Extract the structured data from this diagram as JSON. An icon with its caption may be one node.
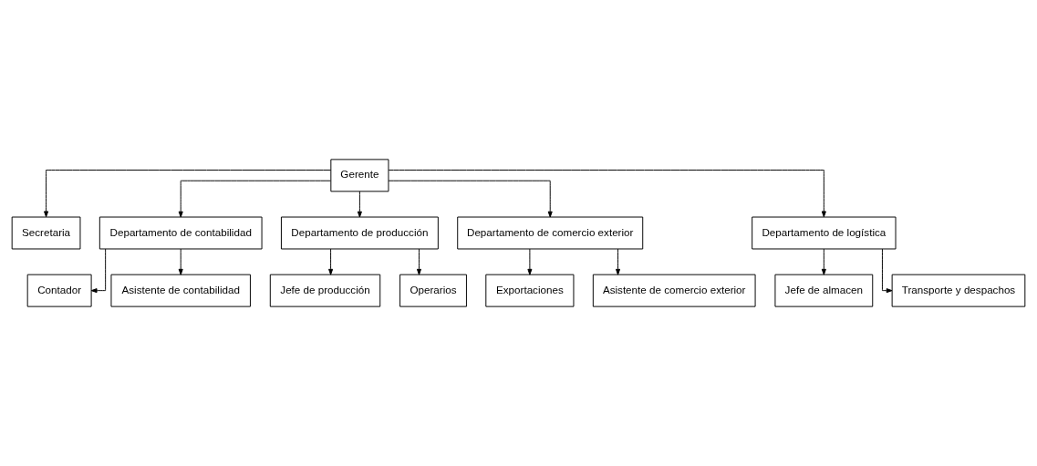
{
  "diagram": {
    "nodes": [
      {
        "text": [
          "Gerente"
        ]
      },
      {
        "text": [
          "Secretaria"
        ]
      },
      {
        "text": [
          "Departamento de contabilidad"
        ]
      },
      {
        "text": [
          "Departamento de producción"
        ]
      },
      {
        "text": [
          "Departamento de comercio exterior"
        ]
      },
      {
        "text": [
          "Departamento de logística"
        ]
      },
      {
        "text": [
          "Contador"
        ]
      },
      {
        "text": [
          "Asistente de contabilidad"
        ]
      },
      {
        "text": [
          "Jefe de producción"
        ]
      },
      {
        "text": [
          "Operarios"
        ]
      },
      {
        "text": [
          "Exportaciones"
        ]
      },
      {
        "text": [
          "Asistente de comercio exterior"
        ]
      },
      {
        "text": [
          "Jefe de almacen"
        ]
      },
      {
        "text": [
          "Transporte y despachos"
        ]
      }
    ],
    "edges": [
      {
        "from": 0,
        "to": 1,
        "arrow": "to"
      },
      {
        "from": 0,
        "to": 2,
        "arrow": "to"
      },
      {
        "from": 0,
        "to": 3,
        "arrow": "to"
      },
      {
        "from": 0,
        "to": 4,
        "arrow": "to"
      },
      {
        "from": 0,
        "to": 5,
        "arrow": "to"
      },
      {
        "from": 2,
        "to": 6,
        "arrow": "to"
      },
      {
        "from": 2,
        "to": 7,
        "arrow": "to"
      },
      {
        "from": 3,
        "to": 8,
        "arrow": "to"
      },
      {
        "from": 3,
        "to": 9,
        "arrow": "to"
      },
      {
        "from": 4,
        "to": 10,
        "arrow": "to"
      },
      {
        "from": 4,
        "to": 11,
        "arrow": "to"
      },
      {
        "from": 5,
        "to": 12,
        "arrow": "to"
      },
      {
        "from": 5,
        "to": 13,
        "arrow": "to"
      }
    ]
  }
}
